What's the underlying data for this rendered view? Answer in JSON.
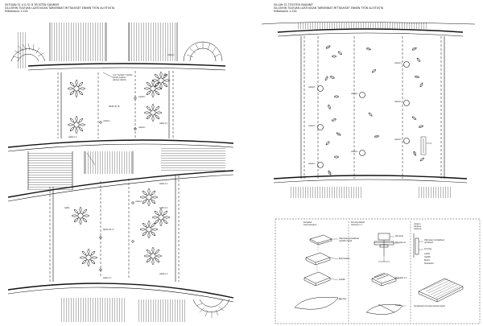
{
  "left_sheet": {
    "title_lines": [
      "SILTOJAN S1 A & S1 B TEOSTEN SIJAINNIT",
      "SILLOIHIN TULEVAN LAATOUSAN TARKENNAT MITTAUKSET ENNEN TYÖN ALOITUSTA",
      "Mittakaava 1:100"
    ],
    "bridge_b_label": "SILTA S1 B",
    "bridge_a_label": "SILTA S1 A",
    "callout_top": [
      "noin \"kehikko\" kaikilta",
      "silloilla kaikkiin",
      "jalkojen kaikilla"
    ],
    "item_labels": [
      "valaisin",
      "valaisin",
      "laatta 1:1",
      "valaisin",
      "valaisin",
      "laatta 1:1",
      "laatta 1:1",
      "valaisin",
      "laatta",
      "laatta 1:1",
      "laatta 1:1",
      "laatta 1:1"
    ]
  },
  "right_sheet": {
    "title_lines": [
      "SILLAN S2 TEOSTEN SIJAINNIT",
      "SILLOIHIN TULEVAN LAATOUSAN TARKENNAT MITTAUKSET ENNEN TYÖN ALOITUSTA",
      "Mittakaava 1:100"
    ],
    "item_labels": [
      "valaisin",
      "valaisin",
      "valaisin",
      "valaisin",
      "valaisin",
      "valaisin",
      "valaisin",
      "valaisin"
    ],
    "arrow_label": "1.5 m"
  },
  "detail_panel": {
    "col1_heading": [
      "Kivilaatat",
      "Asennuskaavio"
    ],
    "col2_heading": [
      "Kiinnitysdetaljit",
      "Leikkaus 1:1"
    ],
    "col3_heading": [
      "valaisin",
      "leikkaus",
      "Leikkaus"
    ],
    "notes_left": [
      "Valkoiseen kivilaattaan",
      "upotettu teksti",
      "Betonilaatta",
      "Asfaltti",
      "Kiinnitys"
    ],
    "notes_mid": [
      "Rst teräs",
      "Kiinnitysura",
      "Kivilaatta 1:1",
      "Laatta"
    ],
    "notes_right": [
      "Valkoiseen kivilaattaan",
      "upotetaan",
      "kiinnitys",
      "Laatta",
      "Asfaltti",
      "Betoni",
      "Terästanko"
    ],
    "footer_note": "Kivilaatoissa kiinnitys teräsrungolla"
  }
}
